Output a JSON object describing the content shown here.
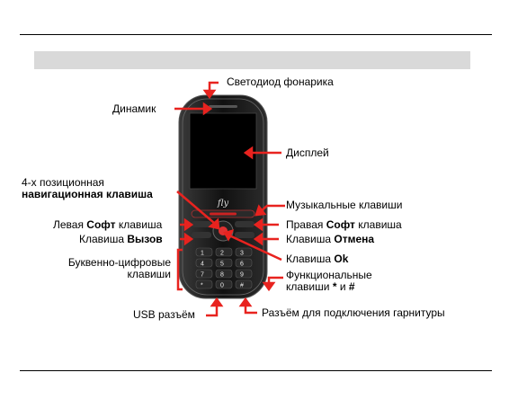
{
  "labels": {
    "flashlight_led": "Светодиод фонарика",
    "speaker": "Динамик",
    "display": "Дисплей",
    "nav_key_line1": "4-х позиционная",
    "nav_key_line2": "навигационная клавиша",
    "music_keys": "Музыкальные клавиши",
    "left_soft_pre": "Левая ",
    "left_soft_bold": "Софт",
    "left_soft_post": " клавиша",
    "right_soft_pre": "Правая ",
    "right_soft_bold": "Софт",
    "right_soft_post": " клавиша",
    "call_key_pre": "Клавиша ",
    "call_key_bold": "Вызов",
    "cancel_key_pre": "Клавиша ",
    "cancel_key_bold": "Отмена",
    "alnum_line1": "Буквенно-цифровые",
    "alnum_line2": "клавиши",
    "ok_key_pre": "Клавиша ",
    "ok_key_bold": "Ok",
    "func_line1": "Функциональные",
    "func_line2_pre": "клавиши ",
    "func_line2_b1": "*",
    "func_line2_mid": " и ",
    "func_line2_b2": "#",
    "usb": "USB разъём",
    "headset": "Разъём для подключения гарнитуры"
  },
  "phone": {
    "brand": "fly",
    "keypad": [
      "1",
      "2",
      "3",
      "4",
      "5",
      "6",
      "7",
      "8",
      "9",
      "*",
      "0",
      "#"
    ]
  },
  "colors": {
    "arrow": "#e8231f",
    "phone_body": "#1a1a1a",
    "screen": "#000000"
  }
}
